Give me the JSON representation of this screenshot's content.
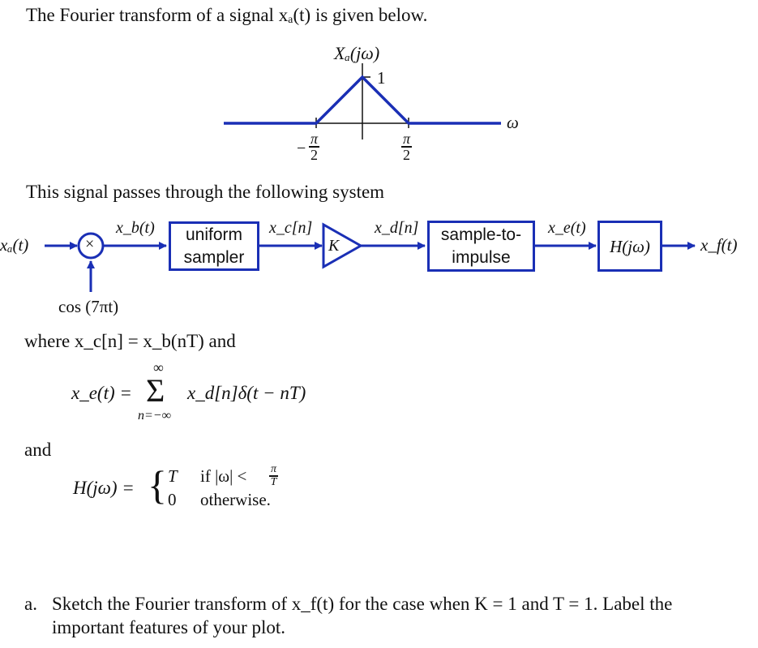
{
  "intro": "The Fourier transform of a signal xₐ(t) is given below.",
  "plot": {
    "ylabel": "Xₐ(jω)",
    "peak_label": "1",
    "xlabel": "ω",
    "neg_tick_num": "π",
    "neg_tick_den": "2",
    "neg_tick_sign": "−",
    "pos_tick_num": "π",
    "pos_tick_den": "2",
    "curve_color": "#1a2fb5"
  },
  "system_intro": "This signal passes through the following system",
  "system": {
    "input": "xₐ(t)",
    "multiplier_symbol": "×",
    "cos_label": "cos (7πt)",
    "xb": "x_b(t)",
    "sampler_line1": "uniform",
    "sampler_line2": "sampler",
    "xc": "x_c[n]",
    "gain": "K",
    "xd": "x_d[n]",
    "s2i_line1": "sample-to-",
    "s2i_line2": "impulse",
    "xe": "x_e(t)",
    "filter": "H(jω)",
    "output": "x_f(t)"
  },
  "where_text": "where x_c[n] = x_b(nT) and",
  "xe_eq": {
    "lhs": "x_e(t) =",
    "sum_top": "∞",
    "sum_sym": "Σ",
    "sum_bot": "n=−∞",
    "rhs": "x_d[n]δ(t − nT)"
  },
  "and_text": "and",
  "h_eq": {
    "lhs": "H(jω) =",
    "brace": "{",
    "case1_val": "T",
    "case1_cond": "if |ω| <",
    "case1_frac_num": "π",
    "case1_frac_den": "T",
    "case2_val": "0",
    "case2_cond": "otherwise."
  },
  "question_a": {
    "label": "a.",
    "line1": "Sketch the Fourier transform of x_f(t) for the case when K = 1 and T = 1. Label the",
    "line2": "important features of your plot."
  }
}
